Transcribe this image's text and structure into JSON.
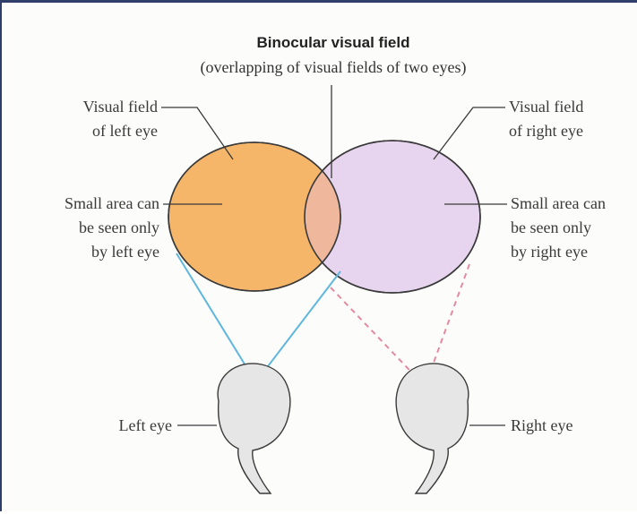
{
  "diagram": {
    "title": "Binocular visual field",
    "subtitle": "(overlapping of visual fields of two eyes)",
    "labels": {
      "left_field_line1": "Visual field",
      "left_field_line2": "of left eye",
      "right_field_line1": "Visual field",
      "right_field_line2": "of right eye",
      "left_small_line1": "Small area can",
      "left_small_line2": "be seen only",
      "left_small_line3": "by left eye",
      "right_small_line1": "Small area can",
      "right_small_line2": "be seen only",
      "right_small_line3": "by right eye",
      "left_eye": "Left eye",
      "right_eye": "Right eye"
    },
    "colors": {
      "left_field": "#f6b66a",
      "right_field": "#e7d4ee",
      "overlap": "#efb79c",
      "left_rays": "#5fb7de",
      "right_rays": "#e48aa0",
      "eye_fill": "#e6e6e6",
      "frame": "#2f3f6a"
    }
  }
}
